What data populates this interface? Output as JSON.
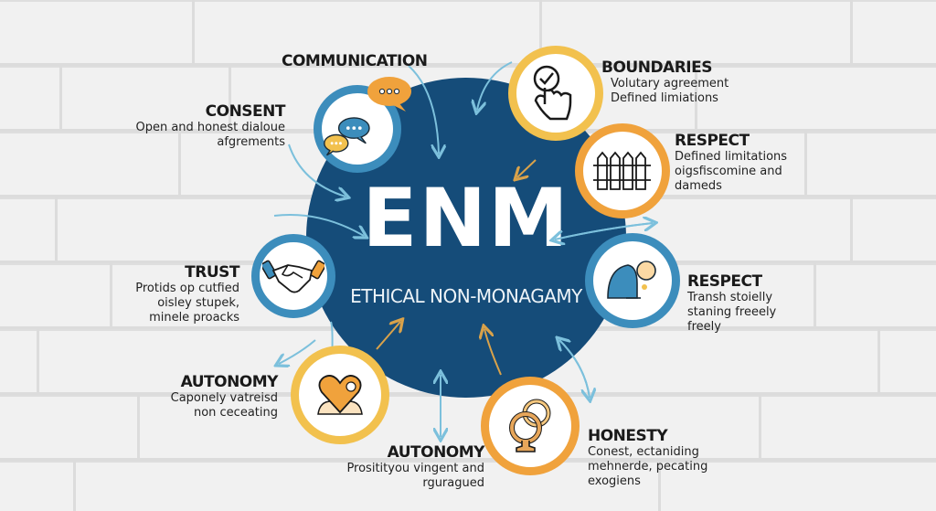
{
  "hub": {
    "title": "ENM",
    "subtitle": "ETHICAL NON-MONAGAMY",
    "color": "#154c79"
  },
  "nodes": [
    {
      "id": "communication",
      "title": "COMMUNICATION",
      "description": [],
      "icon": "speech-bubbles-icon",
      "ring": "#3c8dbc"
    },
    {
      "id": "consent",
      "title": "CONSENT",
      "description": [
        "Open and honest dialoue",
        "afgrements"
      ],
      "icon": null
    },
    {
      "id": "boundaries",
      "title": "BOUNDARIES",
      "description": [
        "Volutary agreement",
        "Defined limiations"
      ],
      "icon": "hand-check-icon",
      "ring": "#f2c14e"
    },
    {
      "id": "respect-1",
      "title": "RESPECT",
      "description": [
        "Defined limitations",
        "oigsfiscomine and",
        "dameds"
      ],
      "icon": "fence-icon",
      "ring": "#f0a23c"
    },
    {
      "id": "respect-2",
      "title": "RESPECT",
      "description": [
        "Transh stoielly",
        "staning freeely",
        "freely"
      ],
      "icon": "person-bowing-icon",
      "ring": "#3c8dbc"
    },
    {
      "id": "honesty",
      "title": "HONESTY",
      "description": [
        "Conest, ectaniding",
        "mehnerde, pecating",
        "exogiens"
      ],
      "icon": "rings-icon",
      "ring": "#f0a23c"
    },
    {
      "id": "autonomy-bottom",
      "title": "AUTONOMY",
      "description": [
        "Prositityou vingent and",
        "rguragued"
      ],
      "icon": null
    },
    {
      "id": "autonomy-left",
      "title": "AUTONOMY",
      "description": [
        "Caponely vatreisd",
        "non ceceating"
      ],
      "icon": "heart-people-icon",
      "ring": "#f2c14e"
    },
    {
      "id": "trust",
      "title": "TRUST",
      "description": [
        "Protids op cutfied",
        "oisley stupek,",
        "minele proacks"
      ],
      "icon": "handshake-icon",
      "ring": "#3c8dbc"
    }
  ],
  "colors": {
    "arrow_blue": "#7cc0dc",
    "arrow_gold": "#d9a24a",
    "background": "#f1f1f1"
  }
}
